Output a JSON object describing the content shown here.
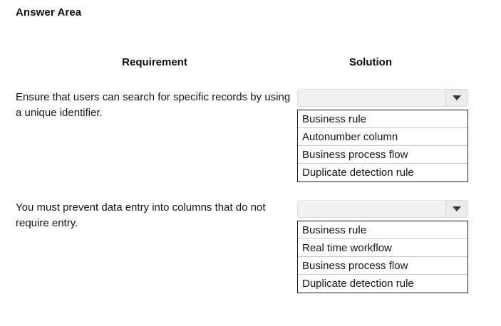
{
  "page": {
    "title": "Answer Area"
  },
  "table": {
    "headers": {
      "requirement": "Requirement",
      "solution": "Solution"
    },
    "rows": [
      {
        "requirement": "Ensure that users can search for specific records by using a unique identifier.",
        "solution": {
          "selected_value": "",
          "arrow_icon": "chevron-down-icon",
          "options": [
            "Business rule",
            "Autonumber column",
            "Business process flow",
            "Duplicate detection rule"
          ]
        }
      },
      {
        "requirement": "You must prevent data entry into columns that do not require entry.",
        "solution": {
          "selected_value": "",
          "arrow_icon": "chevron-down-icon",
          "options": [
            "Business rule",
            "Real time workflow",
            "Business process flow",
            "Duplicate detection rule"
          ]
        }
      }
    ]
  },
  "colors": {
    "background": "#ffffff",
    "text": "#151515",
    "select_fill": "#f1f1f1",
    "select_border": "#dcdcdc",
    "list_border": "#1a1a1a",
    "row_divider": "#c9c9c9",
    "arrow": "#3a3a3a"
  }
}
